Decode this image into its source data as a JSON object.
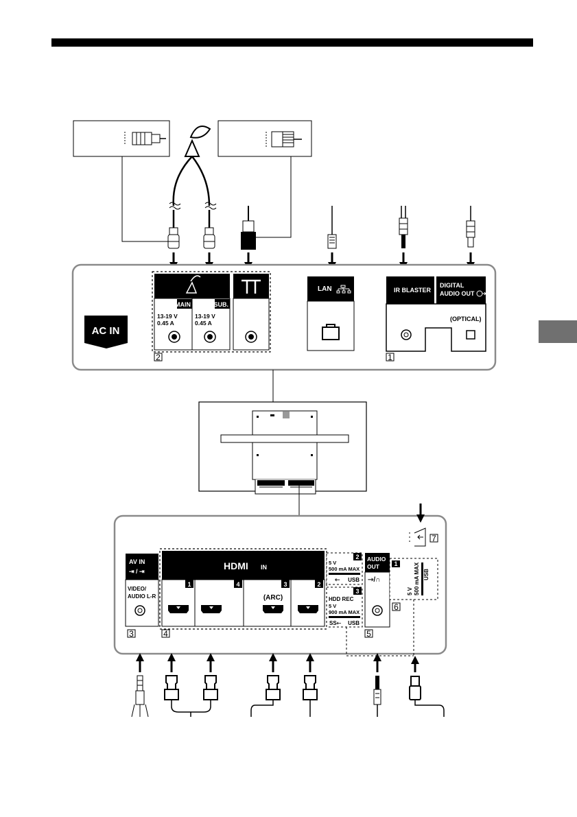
{
  "colors": {
    "panel_bg": "#ffffff",
    "panel_border": "#8a8a8a",
    "label_black": "#000000",
    "side_tab": "#707070"
  },
  "top_panel": {
    "ac_in": "AC IN",
    "sat_main": "MAIN",
    "sat_sub": "SUB.",
    "sat_spec_main_1": "13-19 V",
    "sat_spec_main_2": "0.45 A",
    "sat_spec_sub_1": "13-19 V",
    "sat_spec_sub_2": "0.45 A",
    "lan": "LAN",
    "ir_blaster": "IR BLASTER",
    "digital_audio_1": "DIGITAL",
    "digital_audio_2": "AUDIO OUT",
    "optical": "(OPTICAL)",
    "num_sat": "2",
    "num_ir": "1"
  },
  "bottom_panel": {
    "av_in": "AV IN",
    "video_audio_1": "VIDEO/",
    "video_audio_2": "AUDIO L-R",
    "hdmi_logo": "HDMI",
    "hdmi_in": "IN",
    "hdmi_ports": [
      "1",
      "4",
      "3",
      "2"
    ],
    "arc": "(ARC)",
    "usb2_head": "2",
    "usb2_spec_1": "5 V",
    "usb2_spec_2": "500 mA MAX",
    "usb2_label": "USB",
    "usb3_head": "3",
    "usb3_spec_1": "HDD REC",
    "usb3_spec_2": "5 V",
    "usb3_spec_3": "900 mA MAX",
    "usb3_label": "USB",
    "audio_out_1": "AUDIO",
    "audio_out_2": "OUT",
    "usb1_head": "1",
    "usb1_spec_1": "5 V",
    "usb1_spec_2": "500 mA MAX",
    "usb1_label": "USB",
    "num_av": "3",
    "num_hdmi": "4",
    "num_audio": "5",
    "num_usb1": "6",
    "num_card": "7"
  }
}
